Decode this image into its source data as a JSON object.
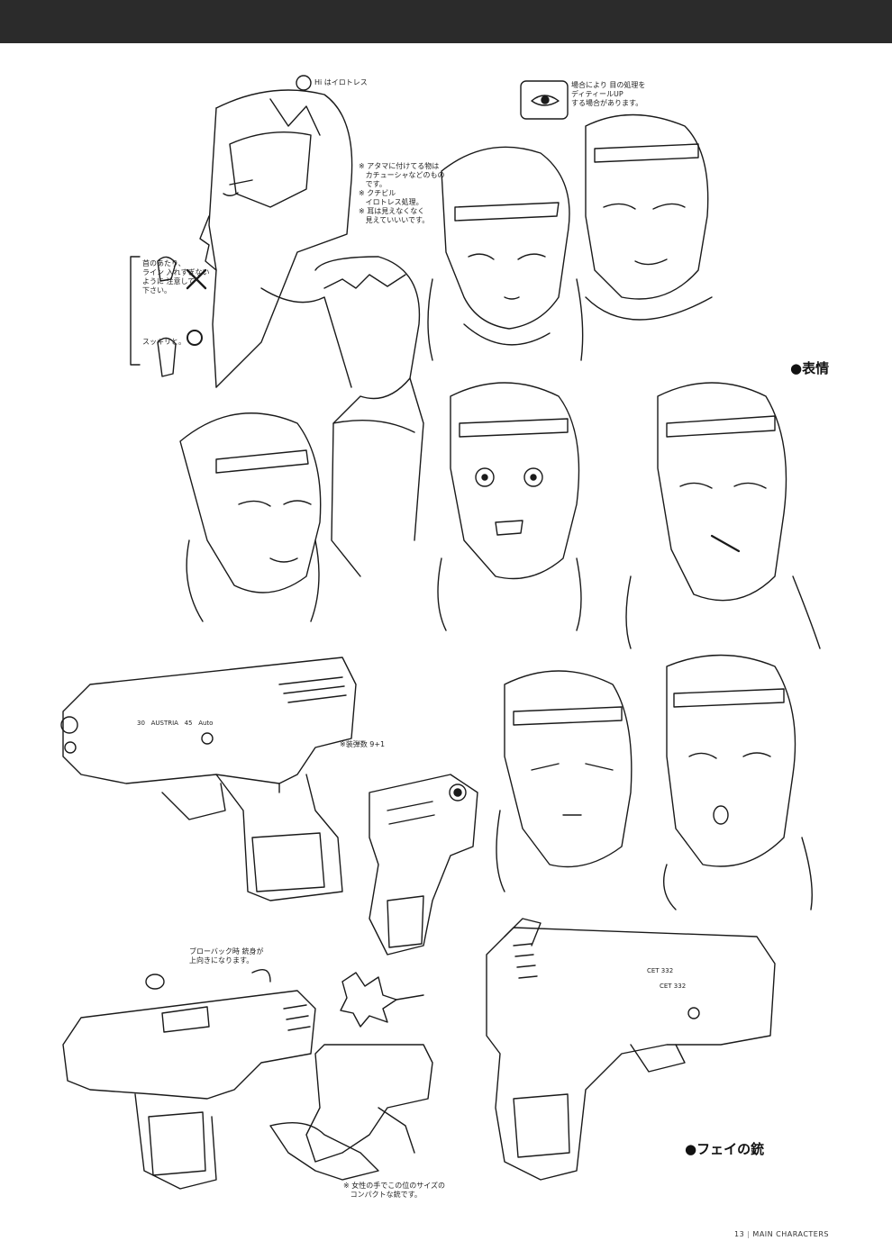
{
  "sections": {
    "expressions_label": "●表情",
    "gun_label": "●フェイの銃"
  },
  "annotations": {
    "hi_note": "Hi はイロトレス",
    "eye_note": "場合により 目の処理を\nディティールUP\nする場合があります。",
    "head_notes": "※ アタマに付けてる物は\n   カチューシャなどのもの\n   です。\n※ クチビル\n   イロトレス処理。\n※ 耳は見えなくなく\n   見えていいいです。",
    "neck_note": "首のあたり、\nライン 入れすぎない\nように 注意して\n下さい。",
    "neck_note_ok": "スッキリと。",
    "gun_text_side": "30   AUSTRIA   45   Auto",
    "ammo_note": "※装弾数 9+1",
    "blowback_note": "ブローバック時 銃身が\n上向きになります。",
    "slide_text_1": "CET 332",
    "slide_text_2": "CET 332",
    "size_note": "※ 女性の手でこの位のサイズの\n   コンパクトな銃です。"
  },
  "footer": {
    "page_number": "13",
    "section_title": "MAIN CHARACTERS"
  }
}
